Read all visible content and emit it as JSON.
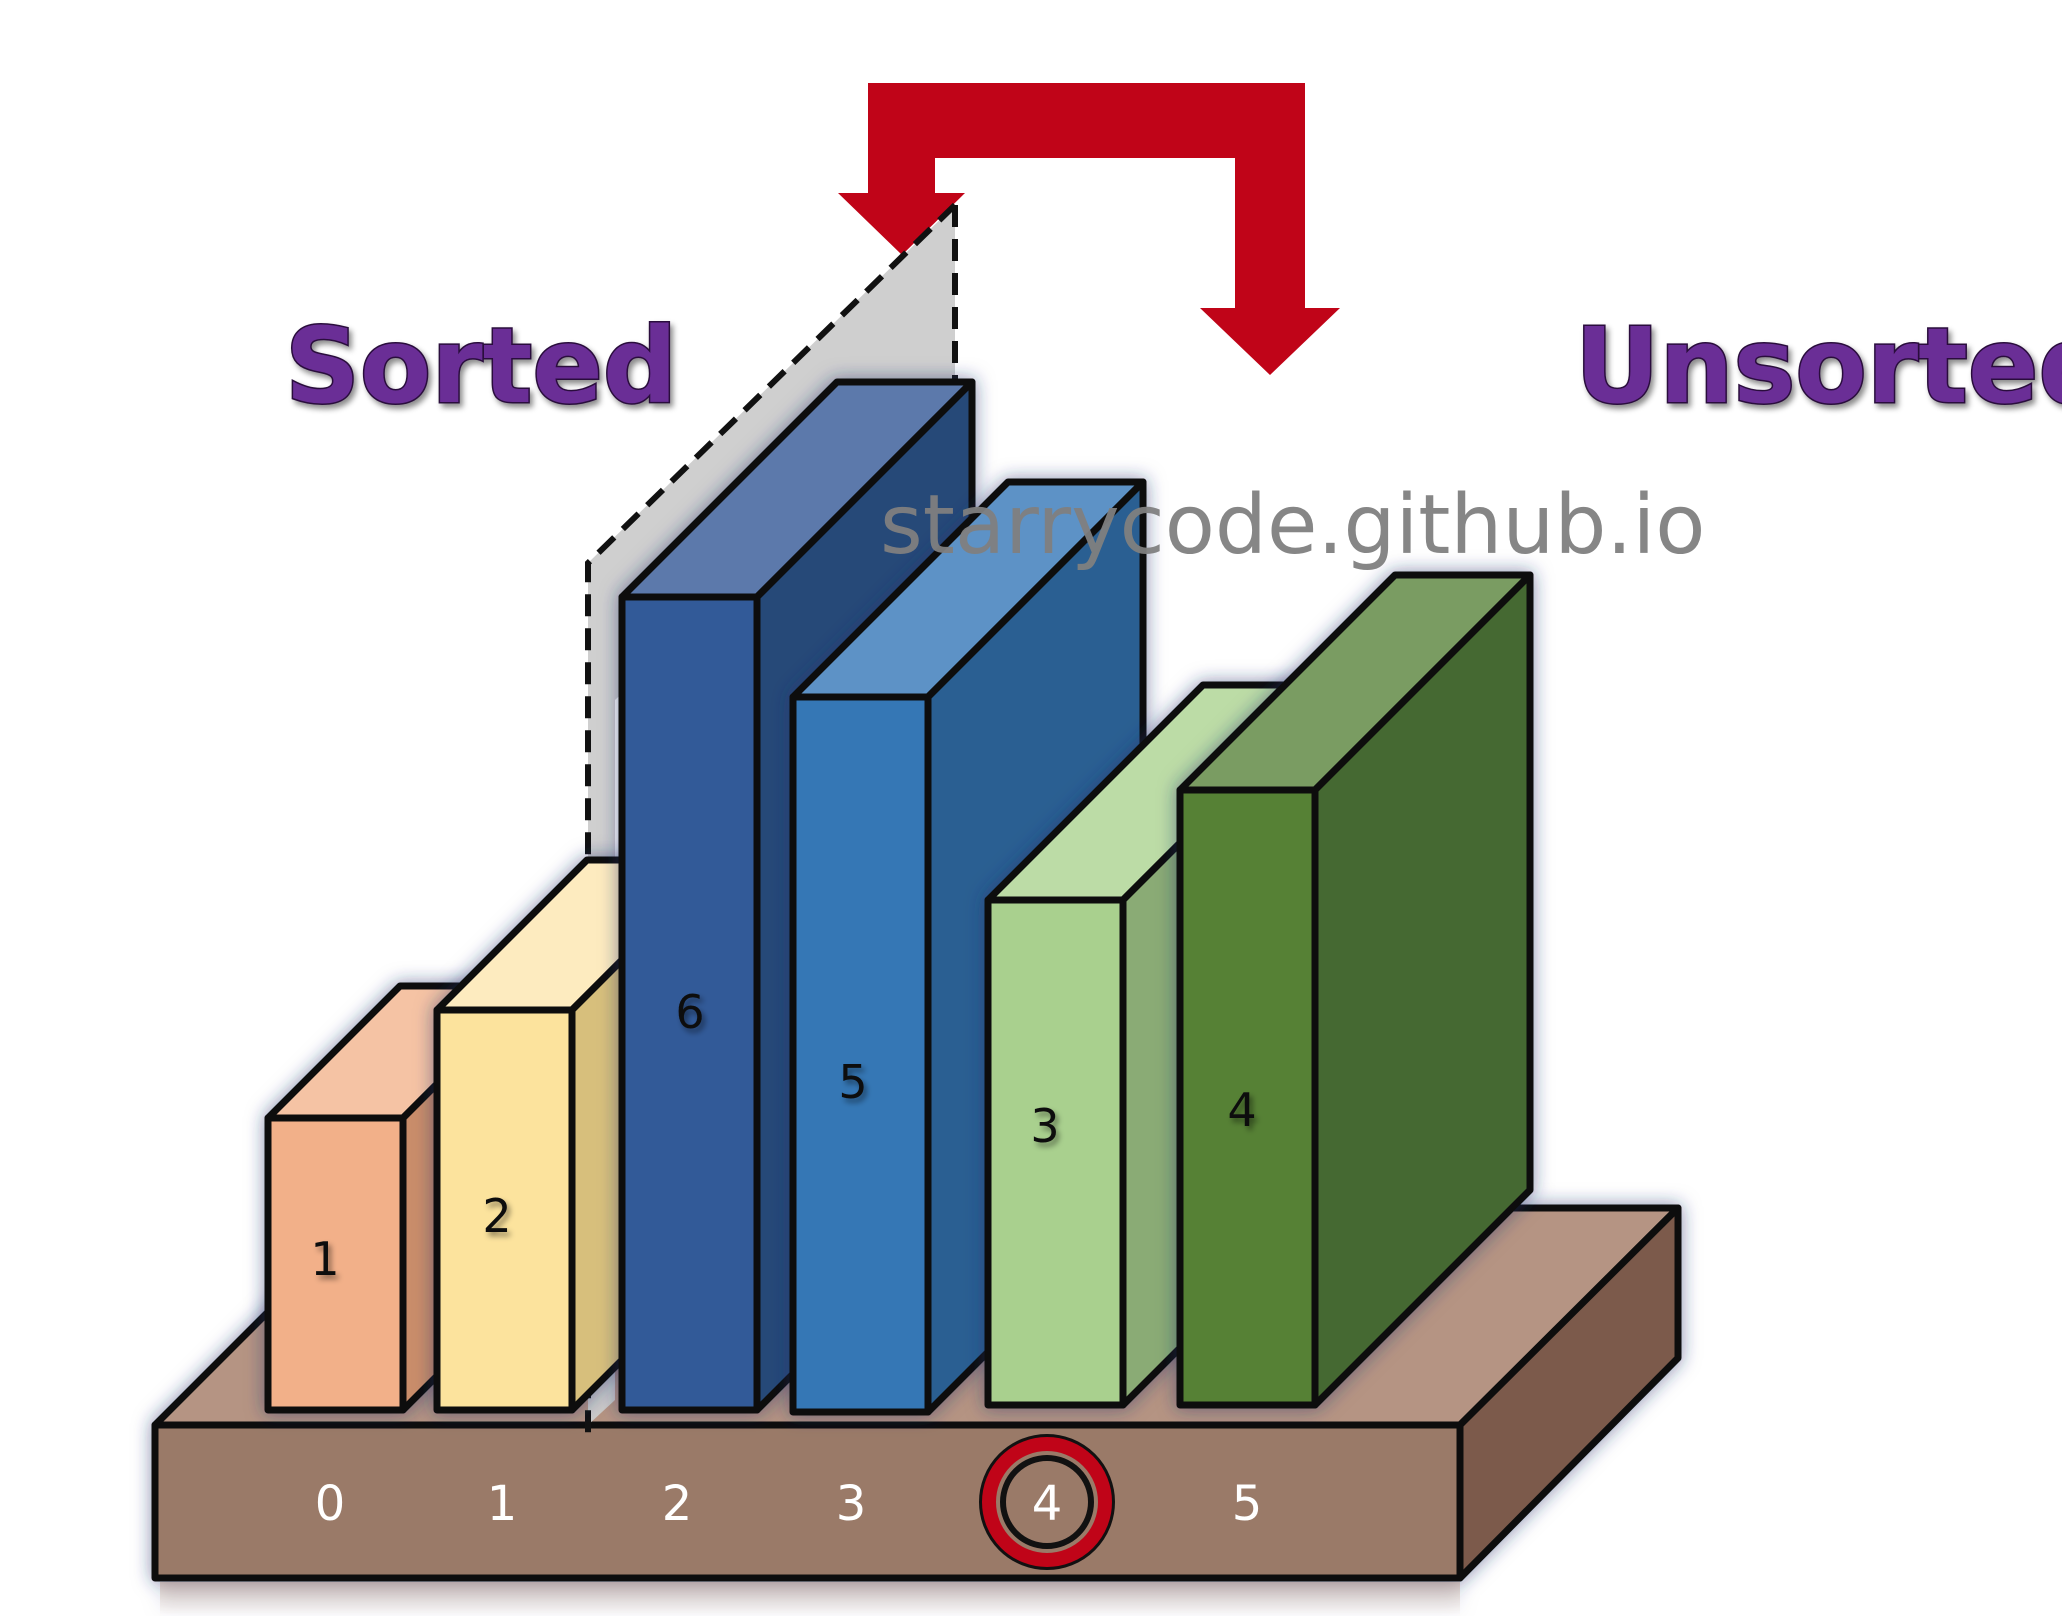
{
  "labels": {
    "sorted": "Sorted",
    "unsorted": "Unsorted",
    "watermark": "starrycode.github.io"
  },
  "tray_indices": [
    "0",
    "1",
    "2",
    "3",
    "4",
    "5"
  ],
  "highlighted_index": "4",
  "bars": [
    {
      "value": "1",
      "colors": {
        "front": "#f2b089",
        "side": "#c98d6b",
        "top": "#f5c3a4"
      }
    },
    {
      "value": "2",
      "colors": {
        "front": "#fce39d",
        "side": "#d7bf7c",
        "top": "#fdebbf"
      }
    },
    {
      "value": "6",
      "colors": {
        "front": "#305a98",
        "side": "#264878",
        "top": "#5b79ab"
      }
    },
    {
      "value": "5",
      "colors": {
        "front": "#3477b5",
        "side": "#2a5f92",
        "top": "#5d92c6"
      }
    },
    {
      "value": "3",
      "colors": {
        "front": "#a9d08e",
        "side": "#8aab74",
        "top": "#bcdca6"
      }
    },
    {
      "value": "4",
      "colors": {
        "front": "#568136",
        "side": "#446930",
        "top": "#7a9c62"
      }
    }
  ],
  "colors": {
    "arrow": "#c00418",
    "title_fill": "#6a2e96",
    "tray_front": "#9a7a68",
    "tray_top": "#b59483",
    "tray_side": "#7b5a4c",
    "ghost": "#cccccc",
    "highlight_ring": "#c00418"
  }
}
